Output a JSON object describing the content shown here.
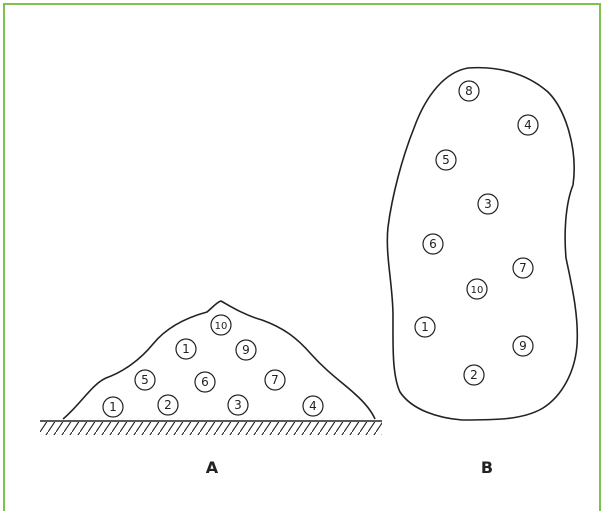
{
  "panels": [
    {
      "label": "A",
      "markers": [
        "10",
        "1",
        "9",
        "5",
        "6",
        "7",
        "1",
        "2",
        "3",
        "4"
      ]
    },
    {
      "label": "B",
      "markers": [
        "8",
        "4",
        "5",
        "3",
        "6",
        "7",
        "10",
        "1",
        "9",
        "2"
      ]
    }
  ],
  "colors": {
    "frame": "#7dc24e",
    "line": "#222222"
  }
}
